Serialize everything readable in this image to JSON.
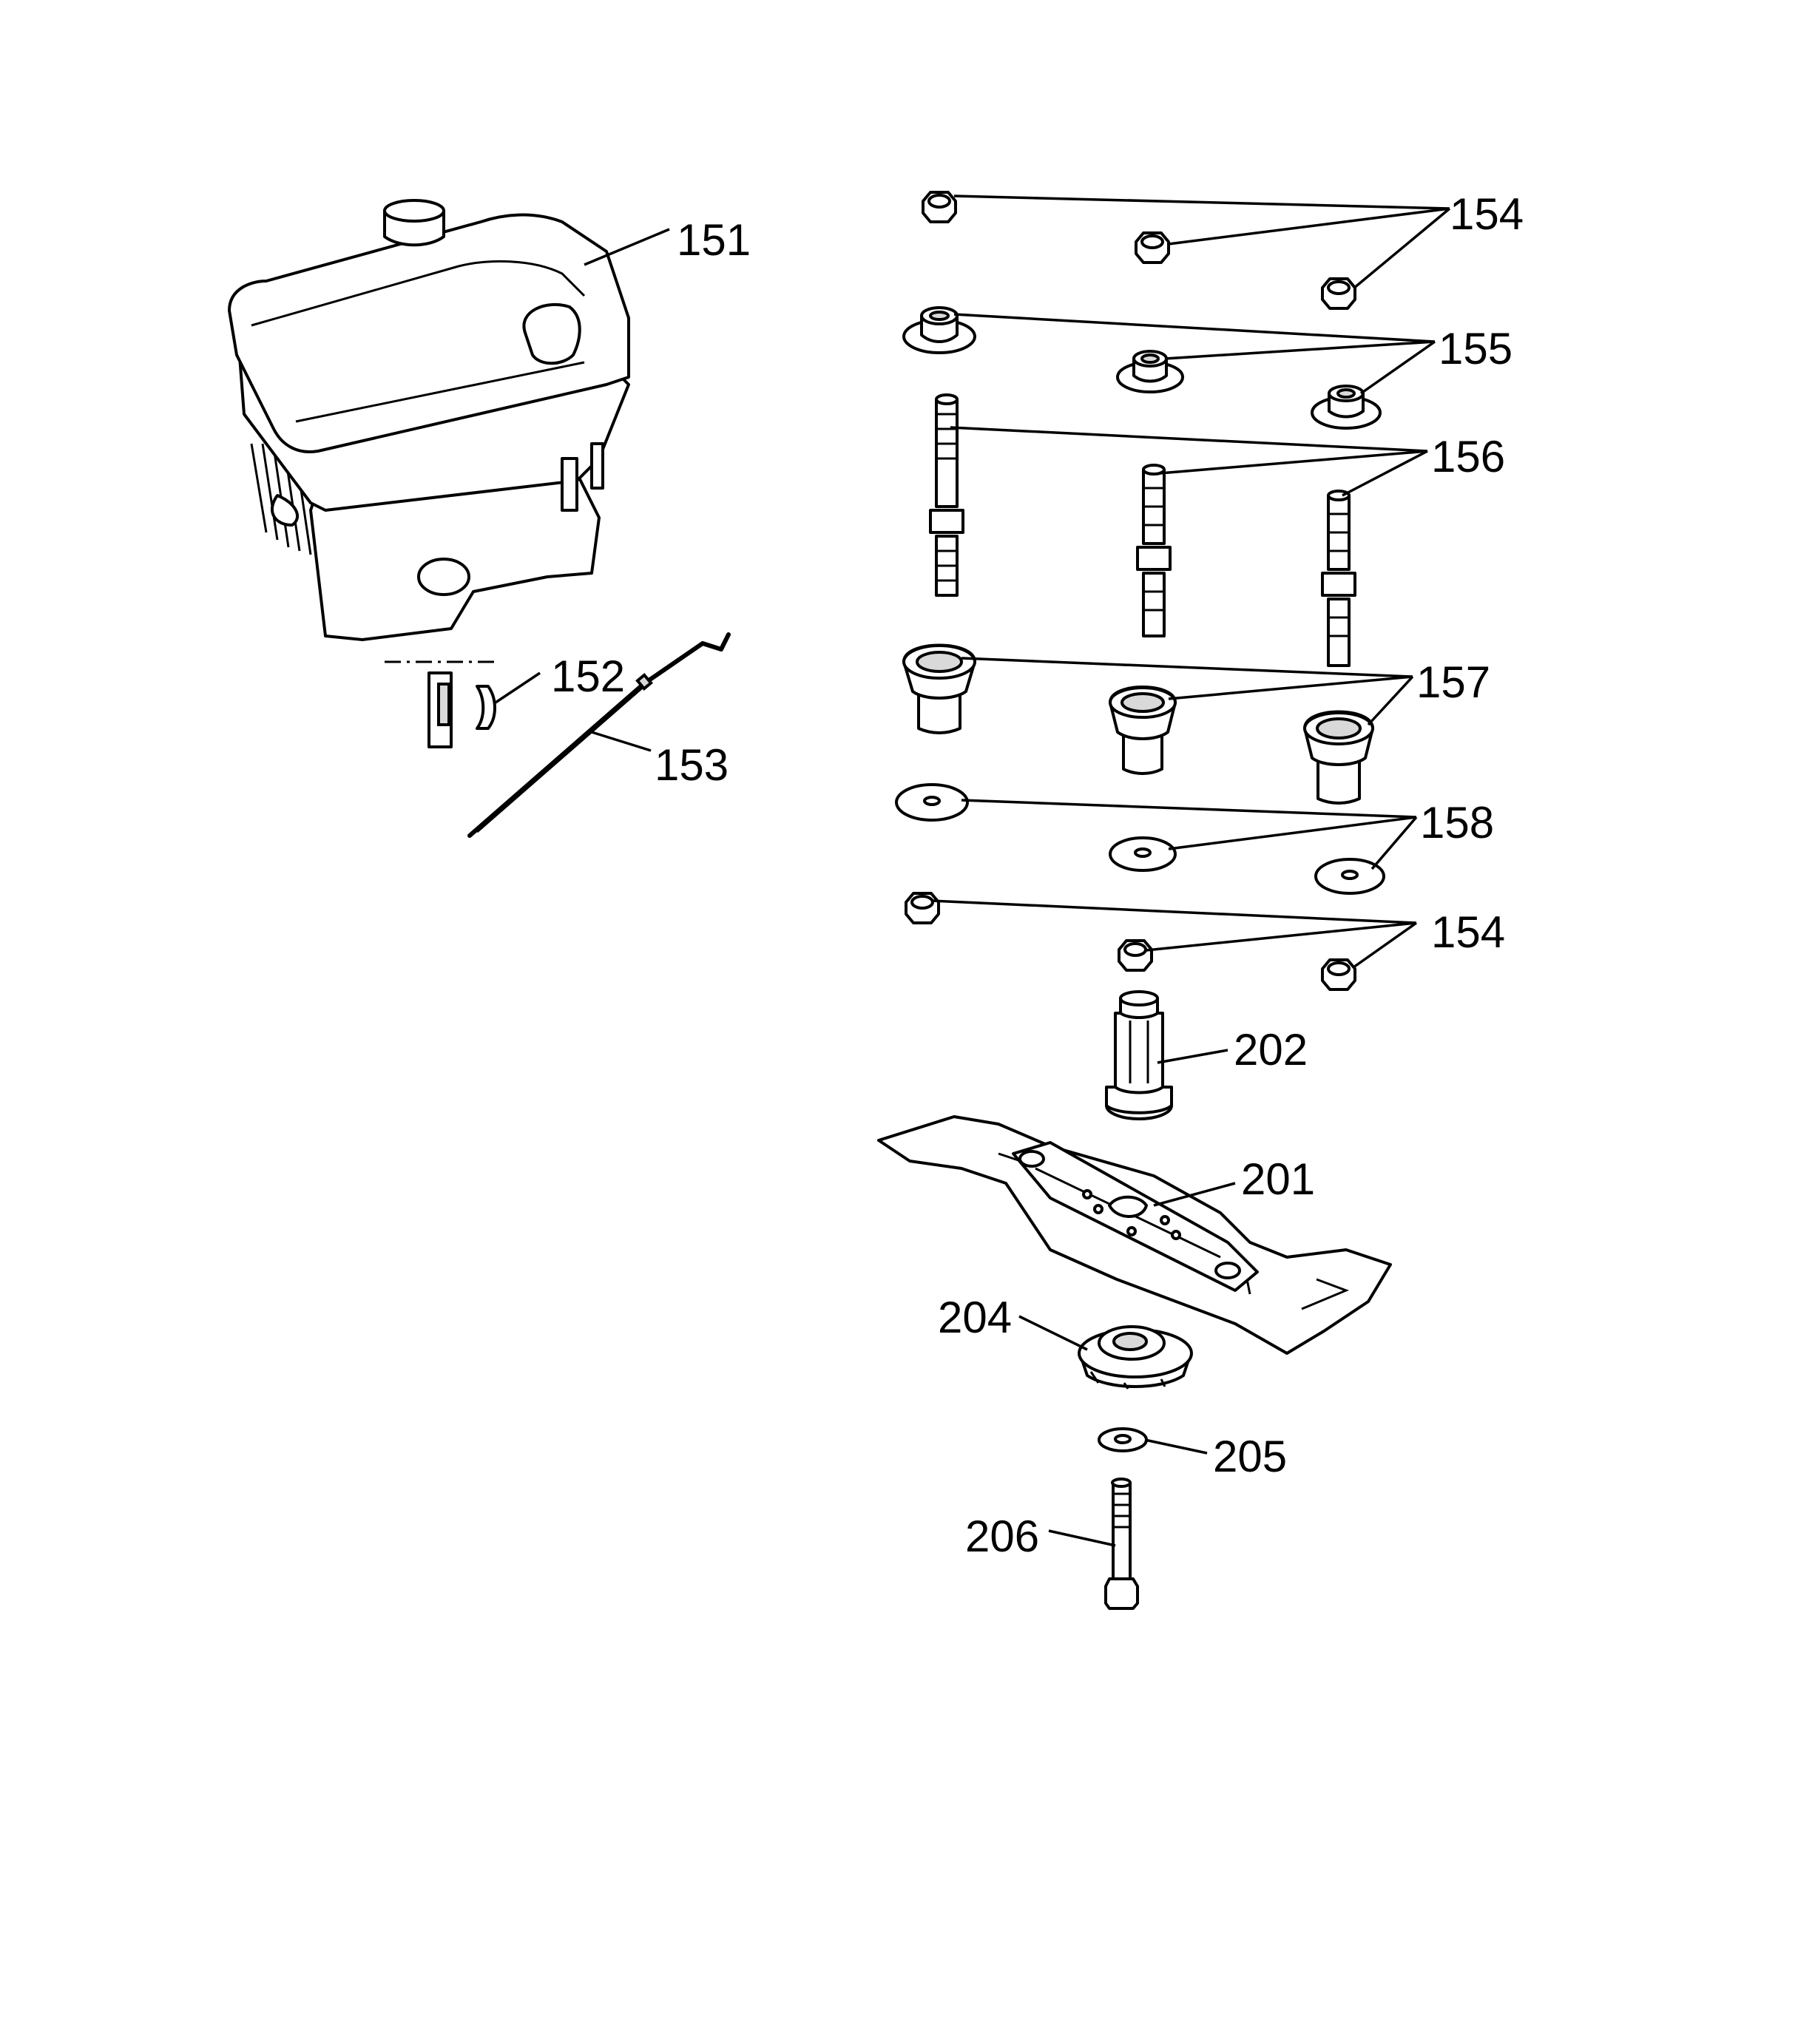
{
  "diagram": {
    "callouts": [
      {
        "id": "c151",
        "label": "151"
      },
      {
        "id": "c152",
        "label": "152"
      },
      {
        "id": "c153",
        "label": "153"
      },
      {
        "id": "c154a",
        "label": "154"
      },
      {
        "id": "c155",
        "label": "155"
      },
      {
        "id": "c156",
        "label": "156"
      },
      {
        "id": "c157",
        "label": "157"
      },
      {
        "id": "c158",
        "label": "158"
      },
      {
        "id": "c154b",
        "label": "154"
      },
      {
        "id": "c202",
        "label": "202"
      },
      {
        "id": "c201",
        "label": "201"
      },
      {
        "id": "c204",
        "label": "204"
      },
      {
        "id": "c205",
        "label": "205"
      },
      {
        "id": "c206",
        "label": "206"
      }
    ]
  }
}
